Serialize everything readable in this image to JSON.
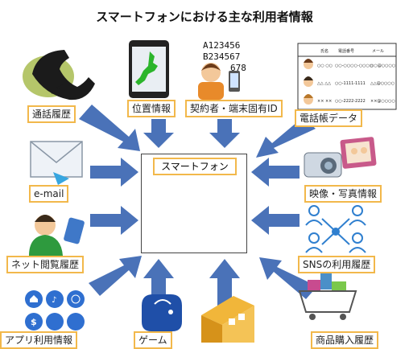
{
  "title": "スマートフォンにおける主な利用者情報",
  "center": {
    "label": "スマートフォン"
  },
  "labels": {
    "call_history": "通話履歴",
    "location": "位置情報",
    "subscriber_id": "契約者・端末固有ID",
    "phonebook": "電話帳データ",
    "email": "e-mail",
    "media": "映像・写真情報",
    "browsing": "ネット閲覧履歴",
    "sns": "SNSの利用履歴",
    "app_usage": "アプリ利用情報",
    "game": "ゲーム",
    "purchase": "商品購入履歴"
  },
  "id_numbers": [
    "A123456",
    "B234567",
    "678"
  ],
  "phonebook_table": {
    "headers": [
      "氏名",
      "電話番号",
      "メール"
    ],
    "rows": [
      [
        "○○ ○○",
        "○○-○○○○-○○○○",
        "○○@○○○○"
      ],
      [
        "△△ △△",
        "○○-1111-1111",
        "△△@○○○○"
      ],
      [
        "×× ××",
        "○○-2222-2222",
        "××@○○○○"
      ]
    ]
  },
  "colors": {
    "arrow": "#4a72b8",
    "label_border": "#f2b84b"
  }
}
